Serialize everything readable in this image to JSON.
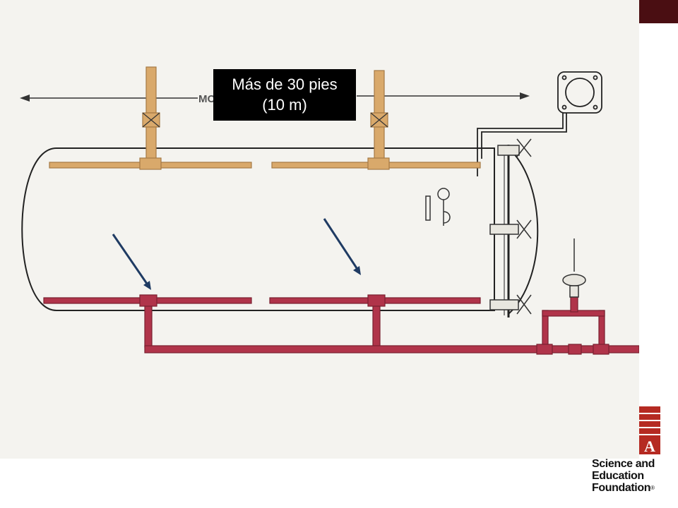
{
  "callout": {
    "line1": "Más de 30 pies",
    "line2": "(10 m)"
  },
  "diagram": {
    "partial_label": "MO"
  },
  "logo": {
    "line1": "Science and",
    "line2": "Education",
    "line3": "Foundation",
    "registered": "®"
  },
  "colors": {
    "accent": "#4a0e12",
    "steam_pipe": "#d9a96b",
    "water_pipe": "#b0344a",
    "arrow": "#1f3b63",
    "outline": "#222222"
  }
}
